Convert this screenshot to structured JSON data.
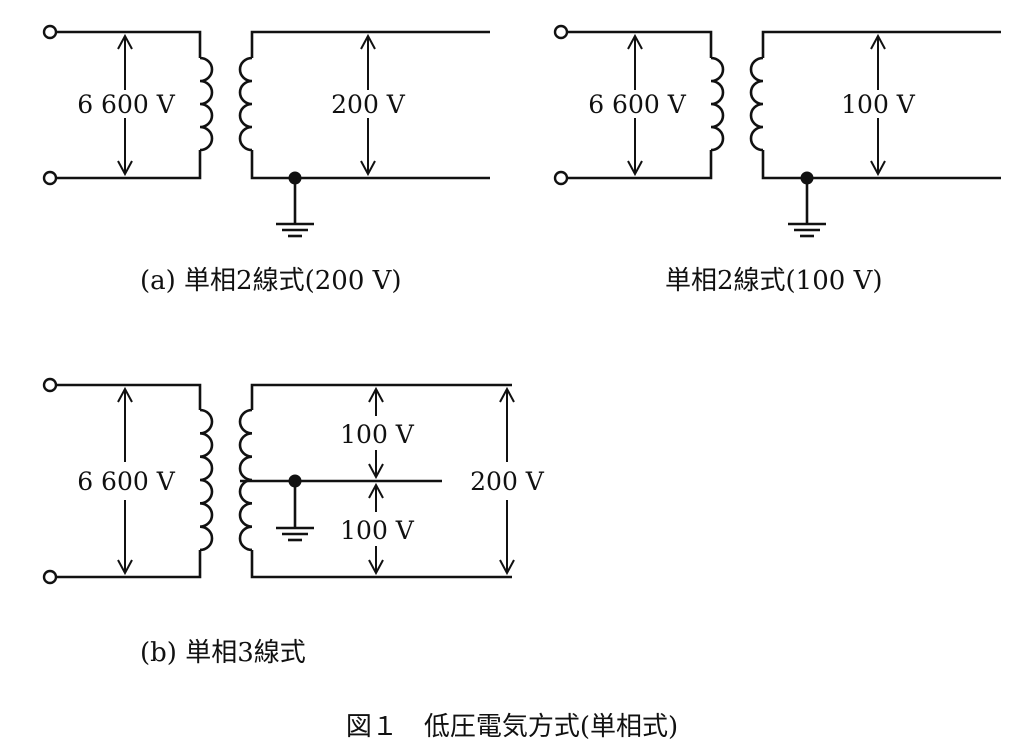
{
  "figure": {
    "caption": "図１　低圧電気方式(単相式)"
  },
  "circuit_a": {
    "primary_voltage": "6 600 V",
    "secondary_voltage": "200 V",
    "caption": "(a)  単相2線式(200 V)"
  },
  "circuit_a2": {
    "primary_voltage": "6 600 V",
    "secondary_voltage": "100 V",
    "caption": "単相2線式(100 V)"
  },
  "circuit_b": {
    "primary_voltage": "6 600 V",
    "upper_voltage": "100 V",
    "lower_voltage": "100 V",
    "total_voltage": "200 V",
    "caption": "(b)  単相3線式"
  }
}
